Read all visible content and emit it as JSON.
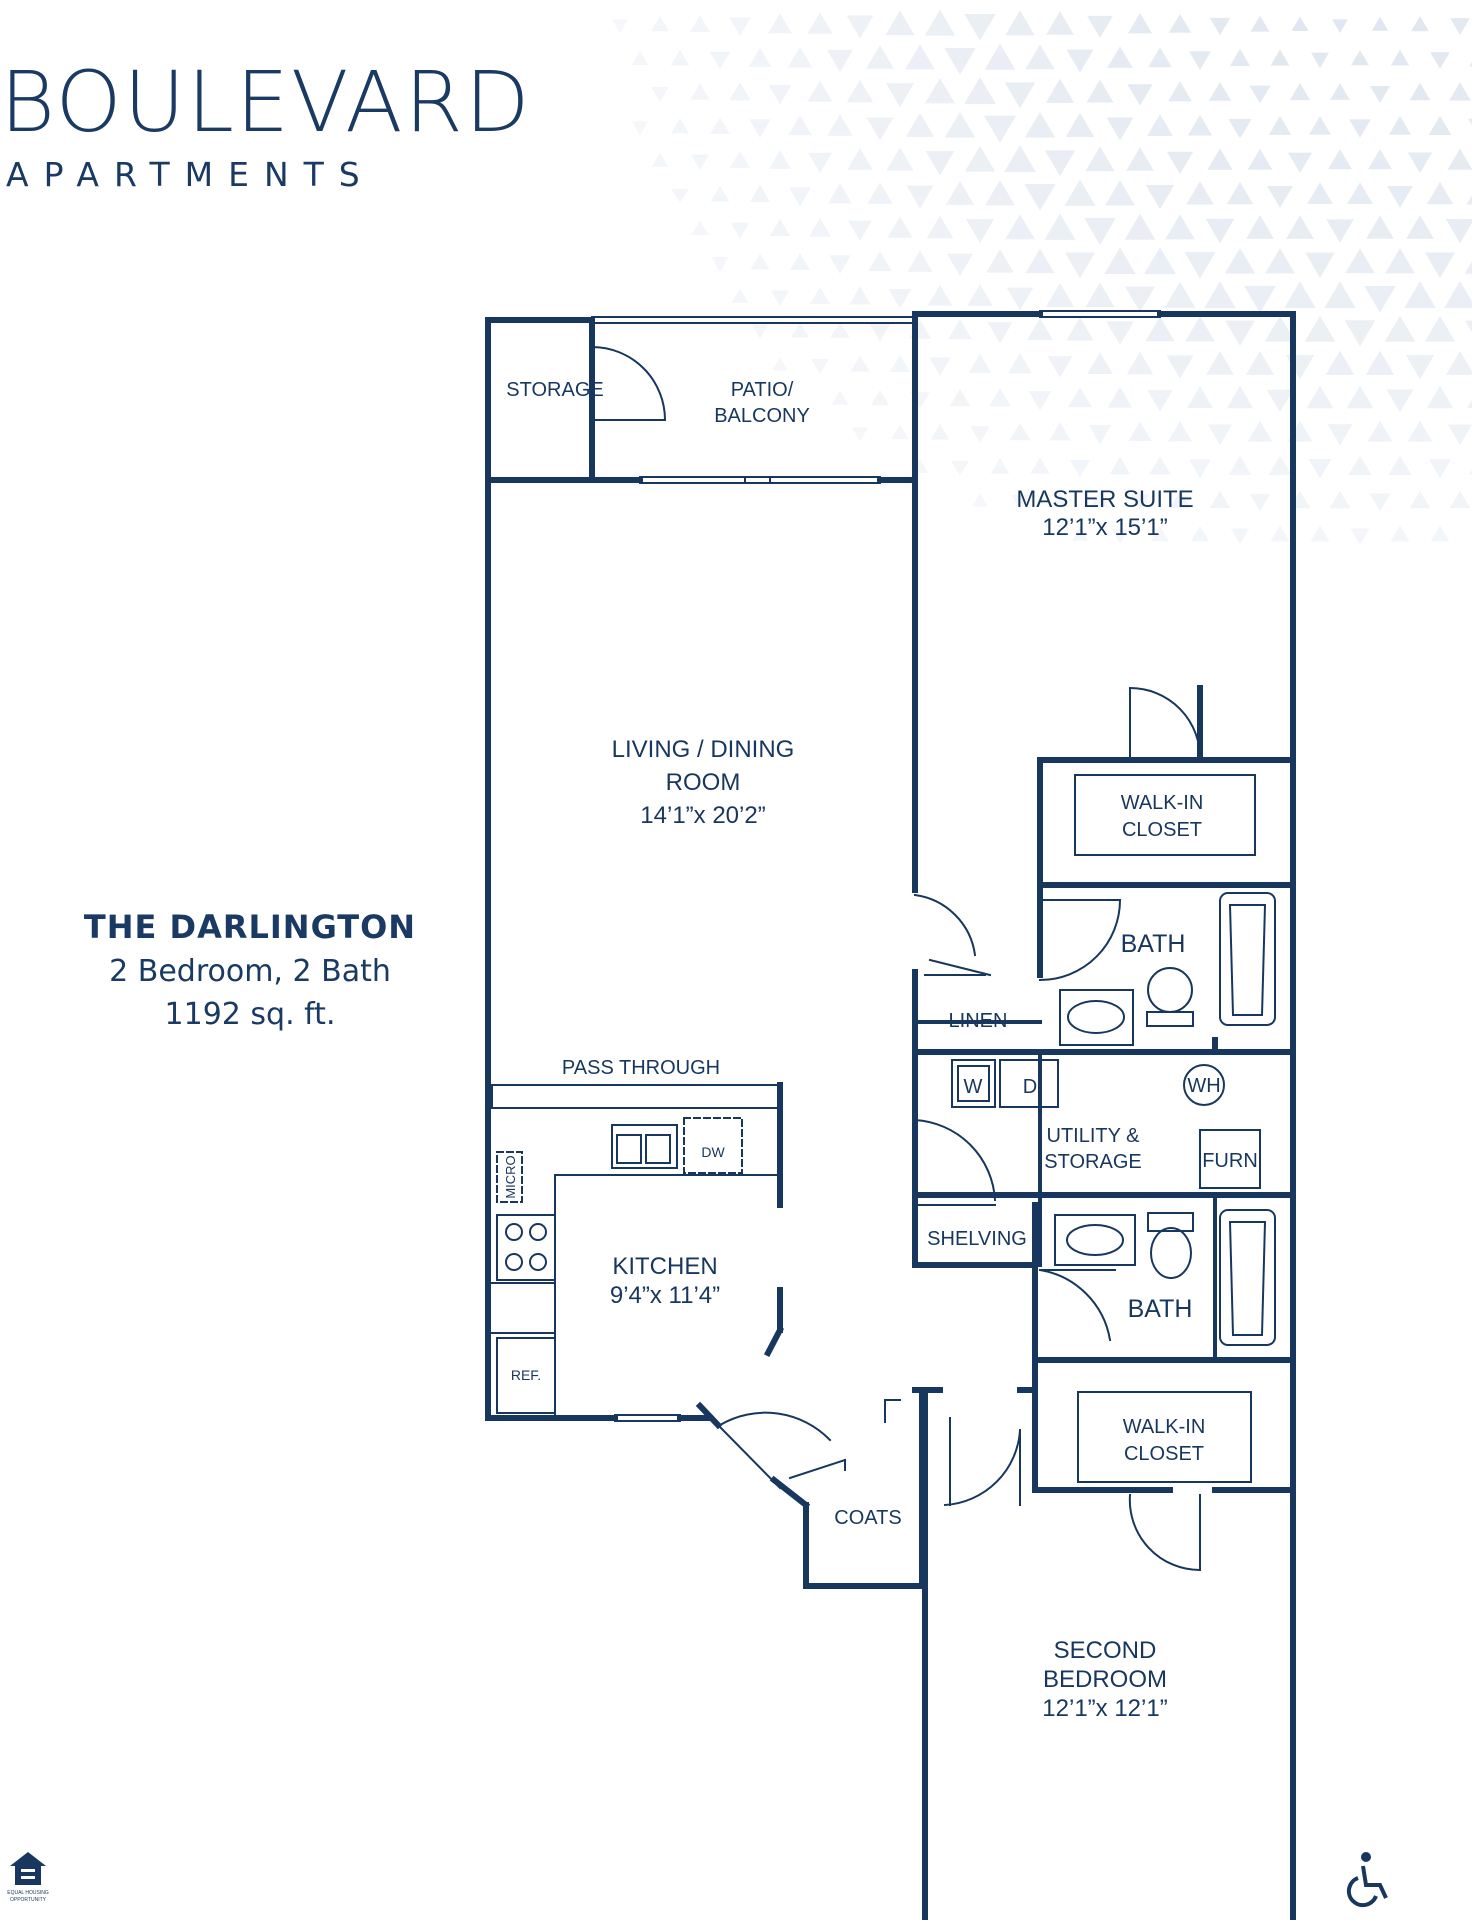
{
  "brand": {
    "title": "BOULEVARD",
    "subtitle": "APARTMENTS"
  },
  "plan": {
    "name": "THE DARLINGTON",
    "beds_baths": "2 Bedroom, 2 Bath",
    "area": "1192 sq. ft."
  },
  "rooms": {
    "storage": "STORAGE",
    "patio_1": "PATIO/",
    "patio_2": "BALCONY",
    "master_1": "MASTER SUITE",
    "master_dim": "12’1”x 15’1”",
    "living_1": "LIVING / DINING",
    "living_2": "ROOM",
    "living_dim": "14’1”x 20’2”",
    "walkin1_1": "WALK-IN",
    "walkin1_2": "CLOSET",
    "bath1": "BATH",
    "linen": "LINEN",
    "pass_through": "PASS THROUGH",
    "washer": "W",
    "dryer": "D",
    "water_heater": "WH",
    "utility_1": "UTILITY &",
    "utility_2": "STORAGE",
    "furn": "FURN",
    "dw": "DW",
    "micro": "MICRO",
    "shelving": "SHELVING",
    "kitchen_1": "KITCHEN",
    "kitchen_dim": "9’4”x 11’4”",
    "bath2": "BATH",
    "ref": "REF.",
    "walkin2_1": "WALK-IN",
    "walkin2_2": "CLOSET",
    "coats": "COATS",
    "second_1": "SECOND",
    "second_2": "BEDROOM",
    "second_dim": "12’1”x 12’1”"
  },
  "logos": {
    "equal_housing_1": "EQUAL HOUSING",
    "equal_housing_2": "OPPORTUNITY"
  },
  "colors": {
    "wall": "#17375e",
    "pattern": "#dfe6ef"
  },
  "icons": {
    "equal_housing": "equal-housing-icon",
    "accessibility": "wheelchair-icon"
  }
}
